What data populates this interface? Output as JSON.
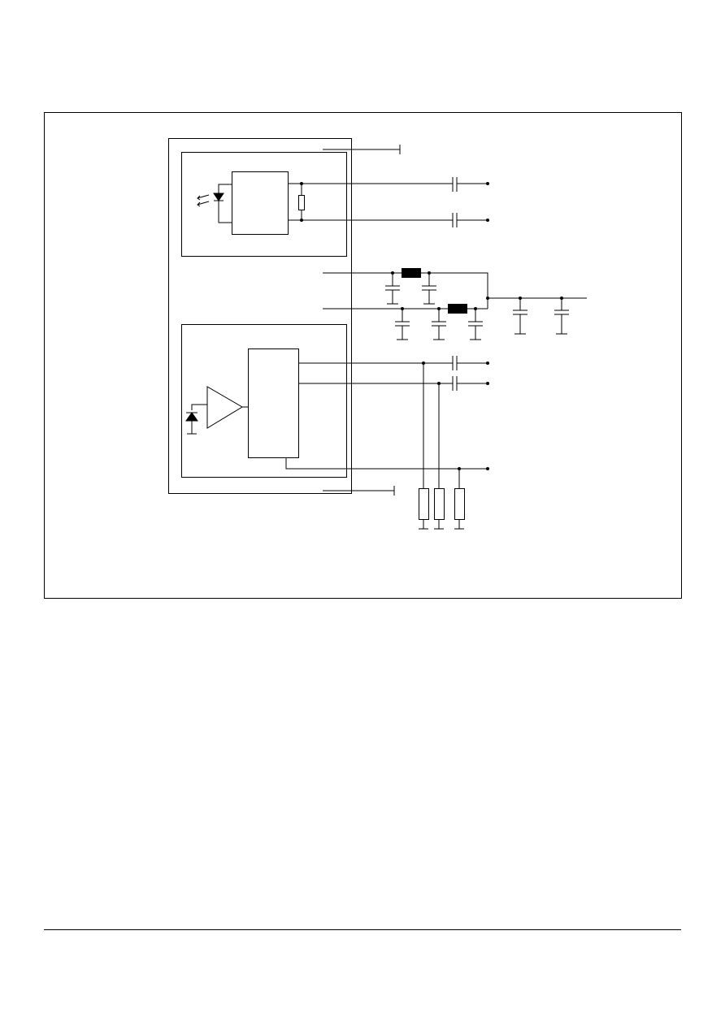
{
  "diagram": {
    "kind": "schematic",
    "blocks": [
      "outer-module",
      "transmitter-block",
      "transmitter-ic",
      "receiver-block",
      "receiver-ic"
    ],
    "components": [
      "led",
      "photodiode",
      "amplifier",
      "coupling-capacitor",
      "inductor",
      "filter-capacitor",
      "resistor"
    ],
    "colors": {
      "line": "#000000",
      "background": "#ffffff"
    }
  }
}
